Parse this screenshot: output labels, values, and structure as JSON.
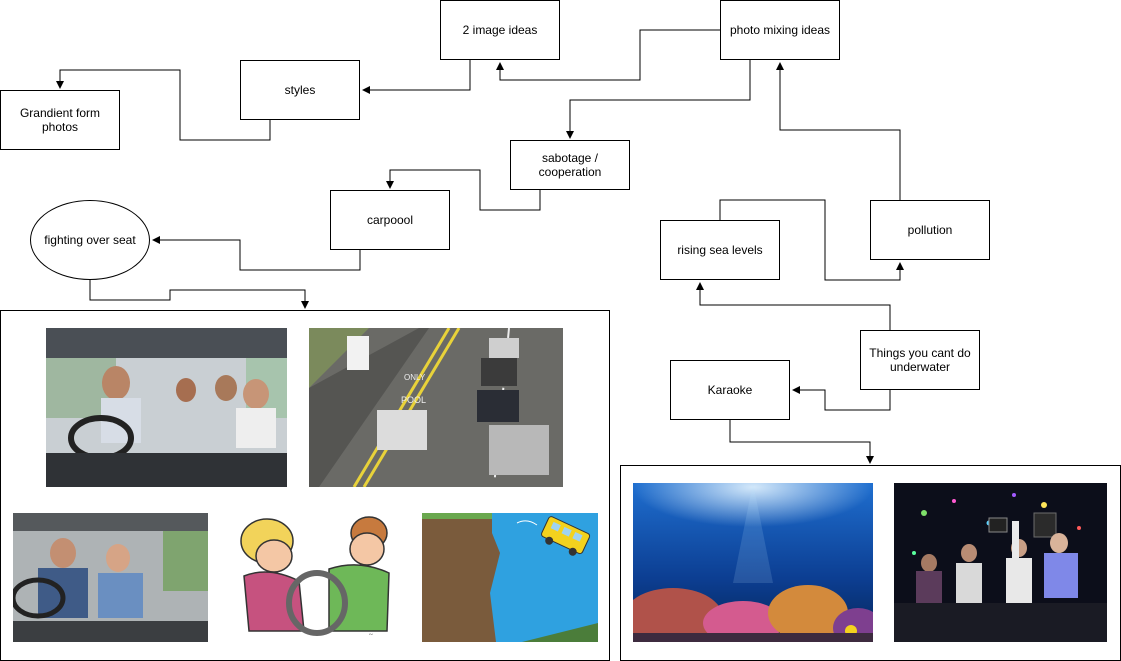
{
  "nodes": {
    "two_image_ideas": "2 image ideas",
    "photo_mixing_ideas": "photo mixing ideas",
    "styles": "styles",
    "gradient_form_photos": "Grandient form photos",
    "sabotage_cooperation": "sabotage / cooperation",
    "carpool": "carpoool",
    "fighting_over_seat": "fighting over seat",
    "rising_sea_levels": "rising sea levels",
    "pollution": "pollution",
    "things_underwater": "Things you cant do underwater",
    "karaoke": "Karaoke"
  },
  "images": {
    "carpool_group": [
      {
        "subject": "friends-in-car-photo"
      },
      {
        "subject": "pool-lane-highway-photo"
      },
      {
        "subject": "arguing-couple-in-car-photo"
      },
      {
        "subject": "cartoon-fighting-over-steering-wheel"
      },
      {
        "subject": "cartoon-bus-off-cliff"
      }
    ],
    "underwater_group": [
      {
        "subject": "coral-reef-underwater-photo"
      },
      {
        "subject": "karaoke-party-photo"
      }
    ]
  },
  "colors": {
    "stroke": "#000000",
    "background": "#ffffff"
  }
}
